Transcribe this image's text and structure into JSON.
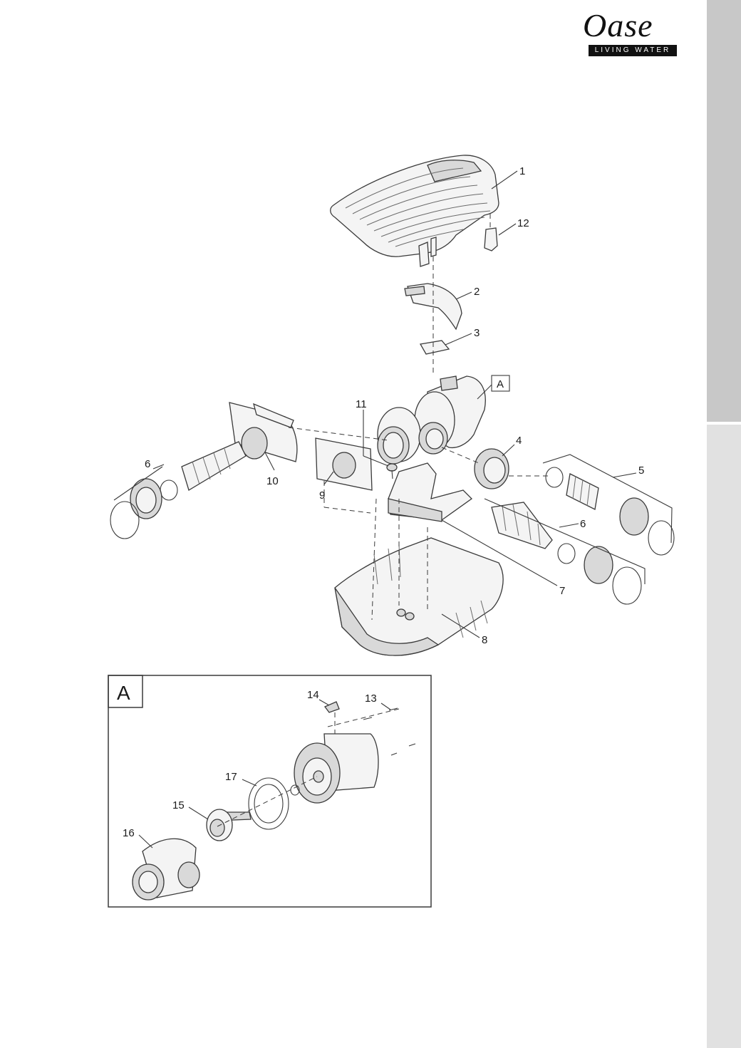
{
  "logo": {
    "wordmark": "Oase",
    "tagline": "LIVING WATER"
  },
  "diagram": {
    "callouts": [
      {
        "id": "1",
        "label": "1"
      },
      {
        "id": "2",
        "label": "2"
      },
      {
        "id": "3",
        "label": "3"
      },
      {
        "id": "A",
        "label": "A"
      },
      {
        "id": "4",
        "label": "4"
      },
      {
        "id": "5",
        "label": "5"
      },
      {
        "id": "6a",
        "label": "6"
      },
      {
        "id": "6b",
        "label": "6"
      },
      {
        "id": "7",
        "label": "7"
      },
      {
        "id": "8",
        "label": "8"
      },
      {
        "id": "9",
        "label": "9"
      },
      {
        "id": "10",
        "label": "10"
      },
      {
        "id": "11",
        "label": "11"
      },
      {
        "id": "12",
        "label": "12"
      }
    ],
    "inset": {
      "label": "A",
      "callouts": [
        {
          "id": "13",
          "label": "13"
        },
        {
          "id": "14",
          "label": "14"
        },
        {
          "id": "15",
          "label": "15"
        },
        {
          "id": "16",
          "label": "16"
        },
        {
          "id": "17",
          "label": "17"
        }
      ]
    }
  },
  "colors": {
    "sidebar_upper": "#c8c8c8",
    "sidebar_lower": "#e1e1e1",
    "line": "#3a3a3a"
  }
}
